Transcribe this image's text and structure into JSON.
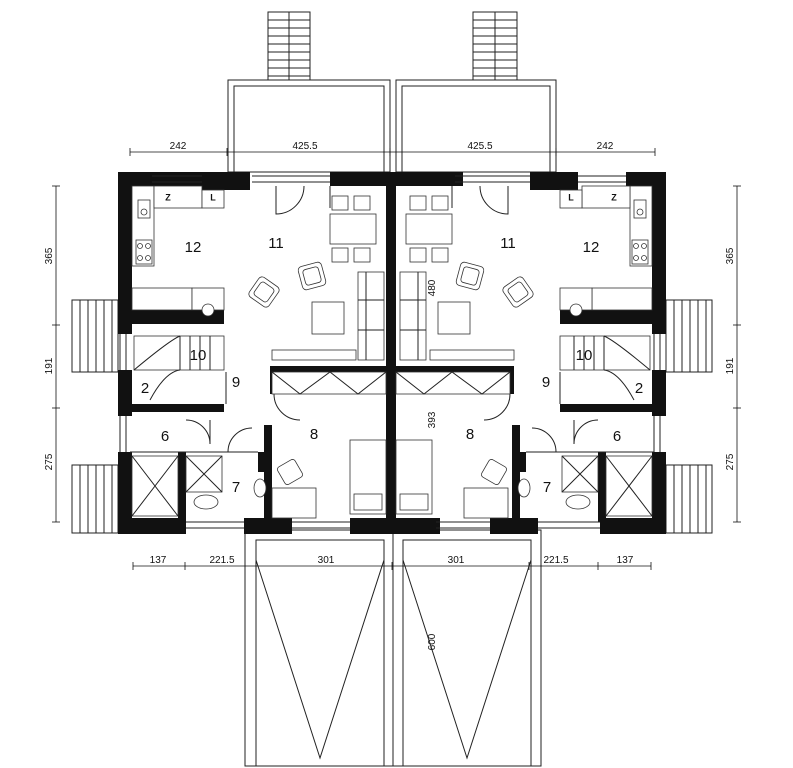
{
  "rooms": {
    "left": {
      "r12": "12",
      "r11": "11",
      "r10": "10",
      "r9": "9",
      "r2": "2",
      "r8": "8",
      "r6": "6",
      "r7": "7"
    },
    "right": {
      "r12": "12",
      "r11": "11",
      "r10": "10",
      "r9": "9",
      "r2": "2",
      "r8": "8",
      "r6": "6",
      "r7": "7"
    }
  },
  "dimensions": {
    "top_left_outer": "242",
    "top_left_inner": "425.5",
    "top_right_inner": "425.5",
    "top_right_outer": "242",
    "side_left_1": "365",
    "side_left_2": "191",
    "side_left_3": "275",
    "side_right_1": "365",
    "side_right_2": "191",
    "side_right_3": "275",
    "bottom_left_1": "137",
    "bottom_left_2": "221.5",
    "bottom_left_3": "301",
    "bottom_right_3": "301",
    "bottom_right_2": "221.5",
    "bottom_right_1": "137",
    "center_vertical_upper": "480",
    "center_vertical_lower": "393",
    "garage_depth": "600"
  },
  "kitchen_marks": {
    "left_z": "Z",
    "left_l": "L",
    "right_l": "L",
    "right_z": "Z"
  },
  "colors": {
    "wall": "#111111",
    "line": "#222222",
    "background": "#ffffff"
  }
}
